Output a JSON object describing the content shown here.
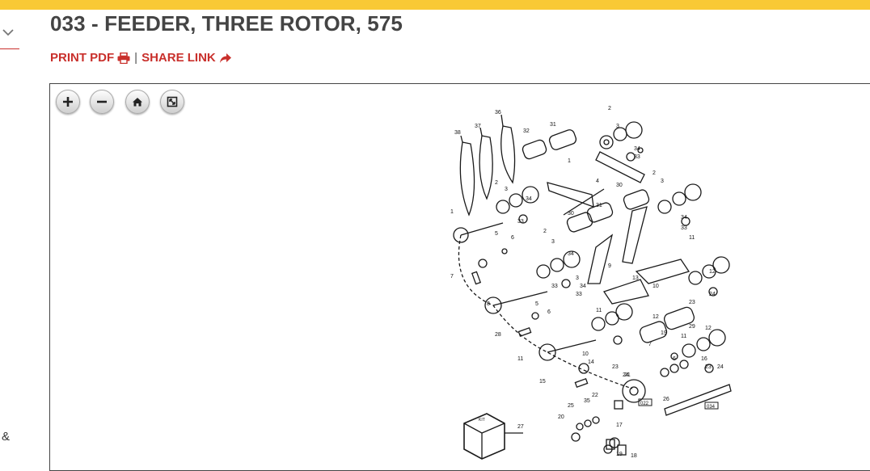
{
  "page": {
    "title": "033 - FEEDER, THREE ROTOR, 575",
    "print_pdf_label": "PRINT PDF",
    "separator": "|",
    "share_link_label": "SHARE LINK",
    "sidebar_fragment": "&"
  },
  "viewer": {
    "controls": [
      {
        "name": "zoom-in",
        "icon": "plus-icon"
      },
      {
        "name": "zoom-out",
        "icon": "minus-icon"
      },
      {
        "name": "home",
        "icon": "home-icon"
      },
      {
        "name": "fullscreen",
        "icon": "fullscreen-icon"
      }
    ],
    "diagram": {
      "callouts": [
        "38",
        "37",
        "36",
        "32",
        "31",
        "2",
        "3",
        "34",
        "33",
        "1",
        "4",
        "30",
        "31",
        "2",
        "3",
        "34",
        "33",
        "2",
        "3",
        "34",
        "33",
        "30",
        "2",
        "3",
        "34",
        "33",
        "1",
        "5",
        "6",
        "7",
        "11",
        "12",
        "24",
        "23",
        "9",
        "13",
        "10",
        "8",
        "5",
        "6",
        "3",
        "34",
        "33",
        "11",
        "12",
        "29",
        "28",
        "7",
        "19",
        "11",
        "12",
        "11",
        "10",
        "14",
        "6",
        "21",
        "16",
        "23",
        "24",
        "23",
        "24",
        "15",
        "26",
        "22",
        "25",
        "35",
        "20",
        "17",
        "27",
        "19",
        "18"
      ],
      "ref_boxes": [
        "022",
        "034"
      ],
      "kit_label": "KIT"
    }
  },
  "colors": {
    "top_bar": "#f9c935",
    "link": "#c9302c",
    "title": "#444444"
  }
}
